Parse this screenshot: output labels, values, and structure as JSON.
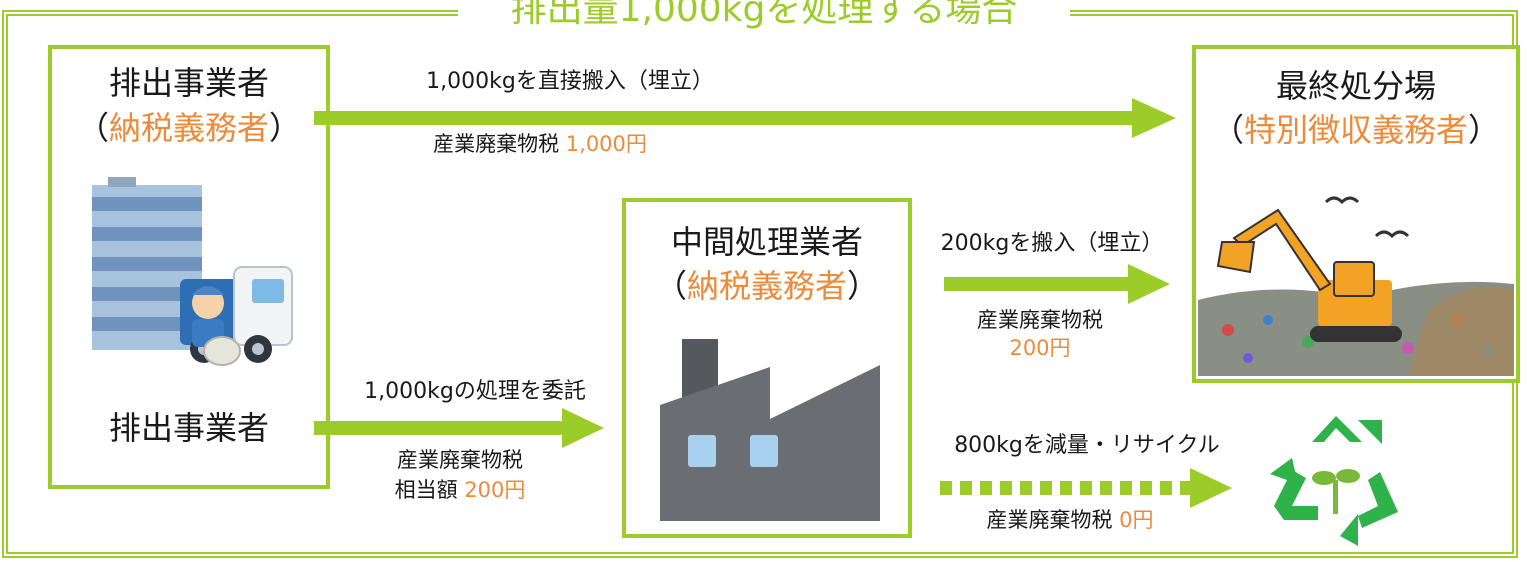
{
  "title": "排出量1,000kgを処理する場合",
  "generator_box": {
    "name": "排出事業者",
    "role_open": "（",
    "role": "納税義務者",
    "role_close": "）",
    "name_bottom": "排出事業者"
  },
  "landfill_box": {
    "name": "最終処分場",
    "role_open": "（",
    "role": "特別徴収義務者",
    "role_close": "）"
  },
  "processor_box": {
    "name": "中間処理業者",
    "role_open": "（",
    "role": "納税義務者",
    "role_close": "）"
  },
  "flows": {
    "direct": {
      "label": "1,000kgを直接搬入（埋立）",
      "tax_label": "産業廃棄物税",
      "tax_amount": "1,000円"
    },
    "entrust": {
      "label": "1,000kgの処理を委託",
      "tax_label": "産業廃棄物税",
      "tax_label2": "相当額",
      "tax_amount": "200円"
    },
    "residue": {
      "label": "200kgを搬入（埋立）",
      "tax_label": "産業廃棄物税",
      "tax_amount": "200円"
    },
    "recycle": {
      "label": "800kgを減量・リサイクル",
      "tax_label": "産業廃棄物税",
      "tax_amount": "0円"
    }
  },
  "icons": [
    "office-building-garbage-truck-icon",
    "factory-icon",
    "excavator-landfill-icon",
    "recycle-icon"
  ],
  "colors": {
    "accent": "#9ccc2a",
    "highlight": "#ed8b3c",
    "text": "#1a1a1a"
  }
}
